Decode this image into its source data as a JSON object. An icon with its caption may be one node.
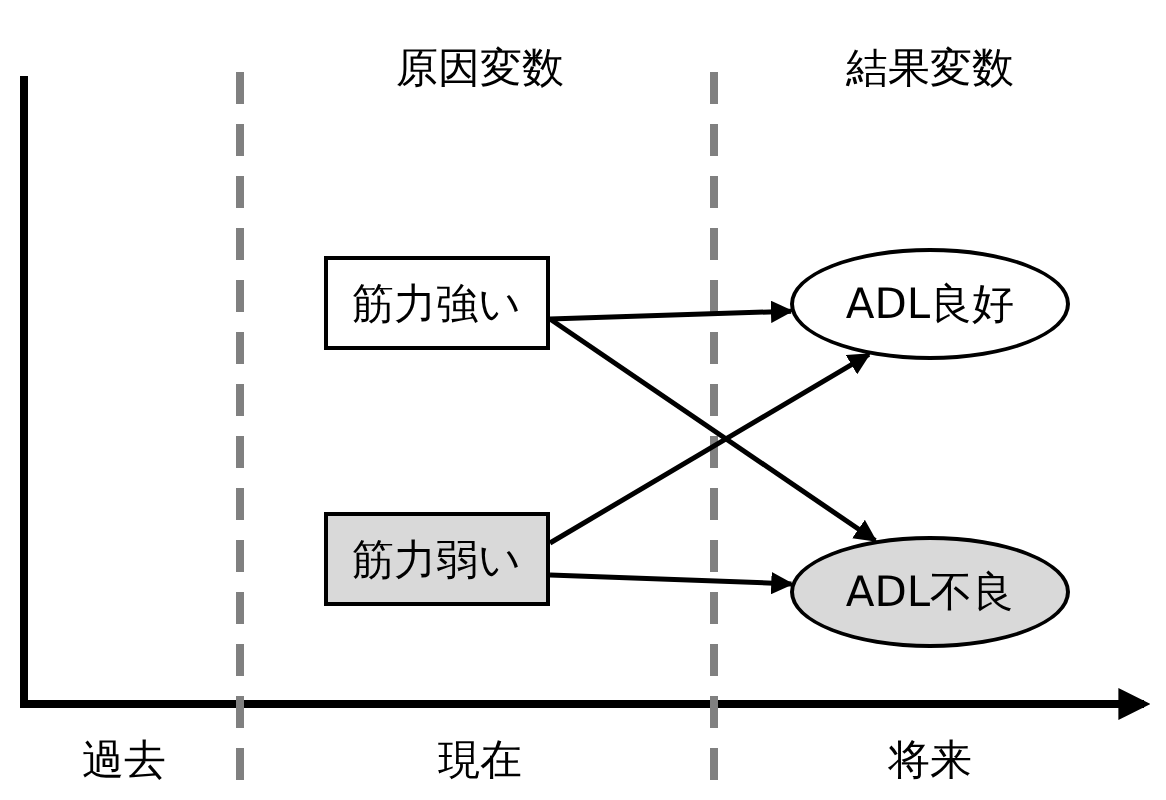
{
  "diagram": {
    "nodes": [
      {
        "text": [
          "筋力強い"
        ]
      },
      {
        "text": [
          "筋力弱い"
        ]
      },
      {
        "text": [
          "ADL良好"
        ]
      },
      {
        "text": [
          "ADL不良"
        ]
      }
    ],
    "edges": [
      {
        "from": 0,
        "to": 2,
        "arrow": "to"
      },
      {
        "from": 0,
        "to": 3,
        "arrow": "to"
      },
      {
        "from": 1,
        "to": 3,
        "arrow": "to"
      },
      {
        "from": 1,
        "to": 2,
        "arrow": "to"
      }
    ],
    "labels": [
      "原因変数",
      "結果変数",
      "過去",
      "現在",
      "将来"
    ]
  }
}
